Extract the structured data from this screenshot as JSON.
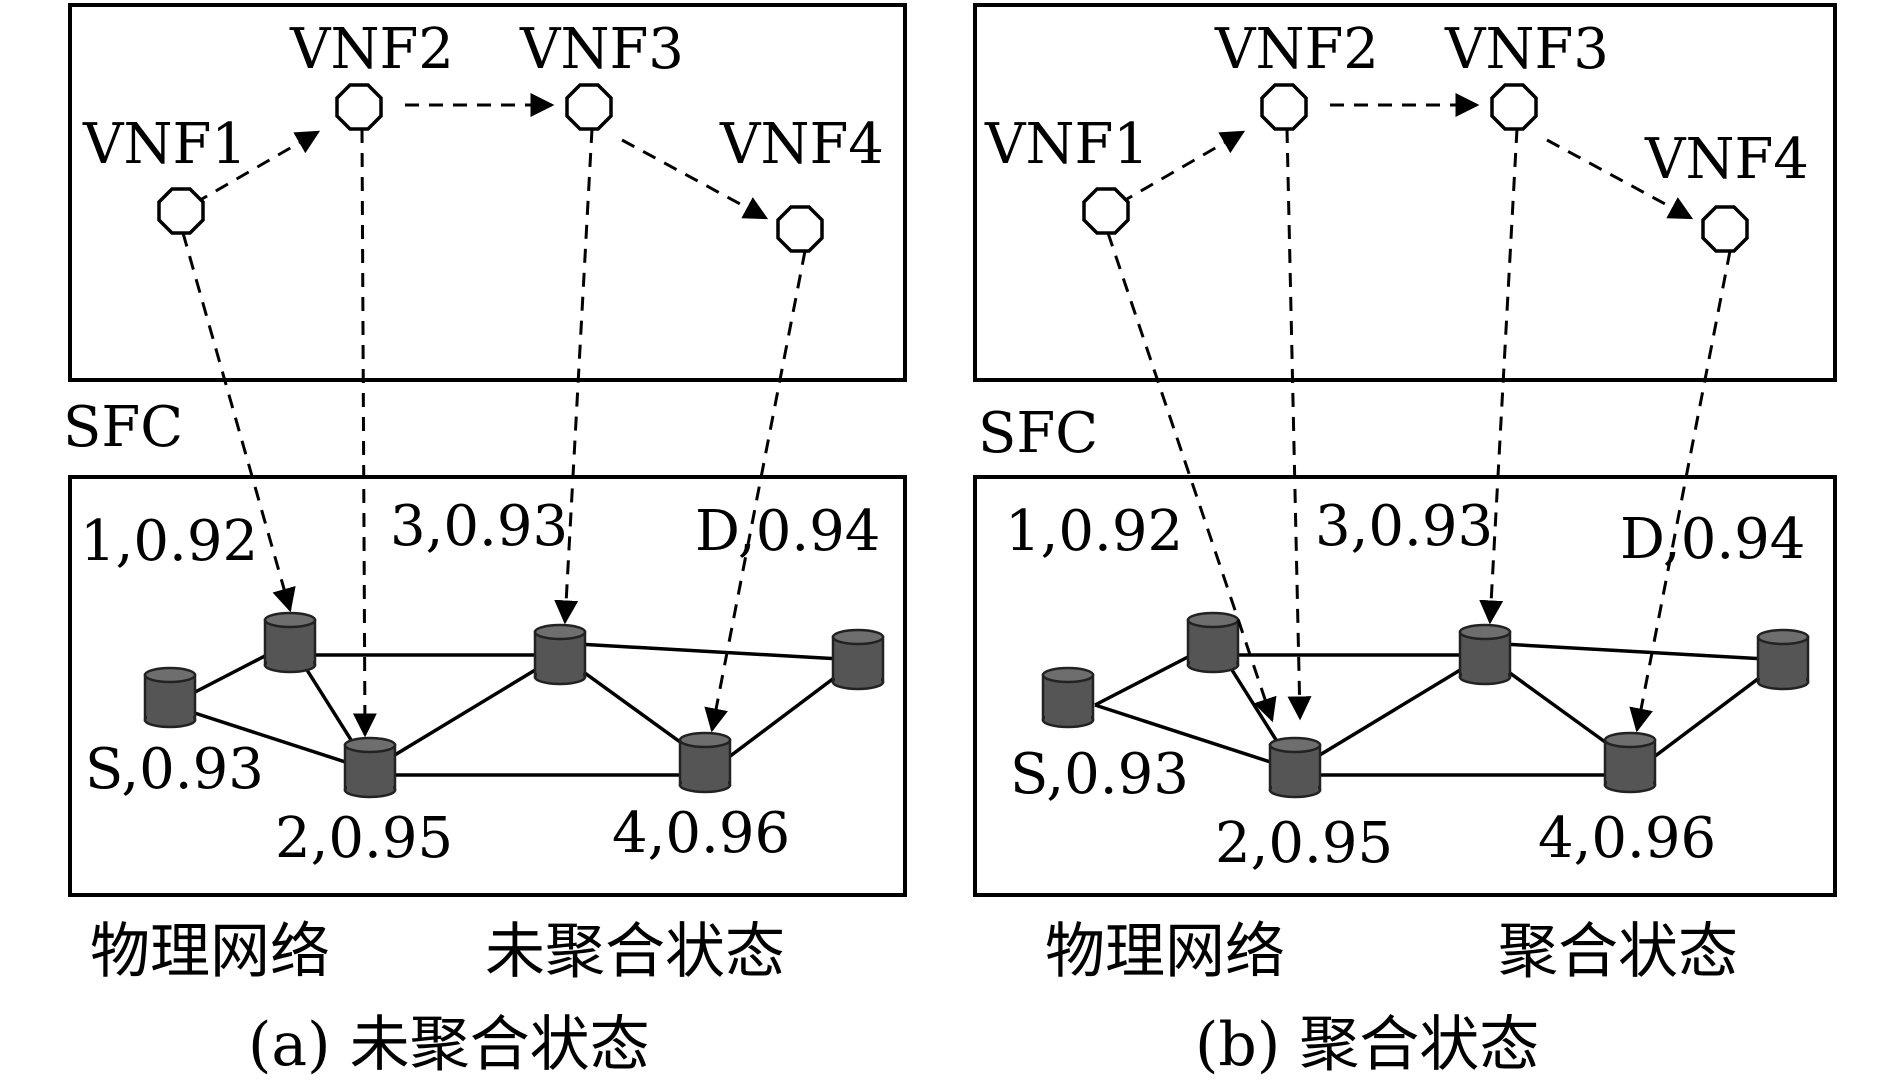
{
  "panels": [
    {
      "id": "a",
      "vnf_labels": [
        "VNF1",
        "VNF2",
        "VNF3",
        "VNF4"
      ],
      "sfc_label": "SFC",
      "node_labels": {
        "n1": "1,0.92",
        "n3": "3,0.93",
        "nD": "D,0.94",
        "nS": "S,0.93",
        "n2": "2,0.95",
        "n4": "4,0.96"
      },
      "physical_label": "物理网络",
      "state_label": "未聚合状态",
      "caption": "(a) 未聚合状态"
    },
    {
      "id": "b",
      "vnf_labels": [
        "VNF1",
        "VNF2",
        "VNF3",
        "VNF4"
      ],
      "sfc_label": "SFC",
      "node_labels": {
        "n1": "1,0.92",
        "n3": "3,0.93",
        "nD": "D,0.94",
        "nS": "S,0.93",
        "n2": "2,0.95",
        "n4": "4,0.96"
      },
      "physical_label": "物理网络",
      "state_label": "聚合状态",
      "caption": "(b) 聚合状态"
    }
  ]
}
